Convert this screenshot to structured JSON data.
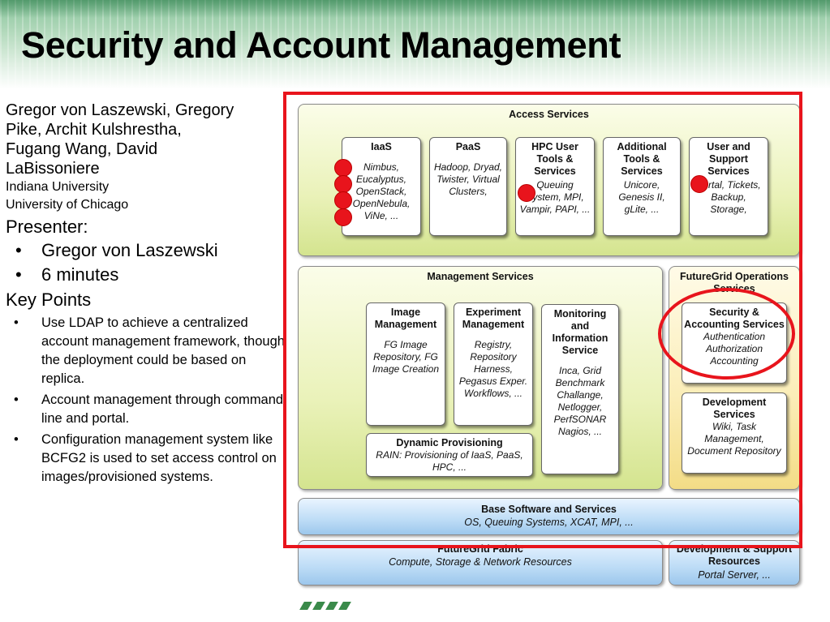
{
  "title": "Security and Account Management",
  "authors": {
    "names": [
      "Gregor von Laszewski, Gregory",
      "Pike, Archit Kulshrestha,",
      "Fugang Wang, David",
      "LaBissoniere"
    ],
    "affiliations": [
      "Indiana University",
      "University of Chicago"
    ]
  },
  "presenter": {
    "heading": "Presenter:",
    "items": [
      "Gregor von Laszewski",
      "6 minutes"
    ]
  },
  "key_points": {
    "heading": "Key Points",
    "items": [
      "Use LDAP to achieve a centralized account management framework, though the deployment could be based on replica.",
      "Account management through command line and portal.",
      "Configuration management system like BCFG2 is used to set access control on images/provisioned systems."
    ]
  },
  "colors": {
    "highlight_red": "#e8141c",
    "green_layer": "#eaf2b9",
    "blue_layer": "#bddcf6",
    "orange_layer": "#fbedb6"
  },
  "diagram": {
    "access": {
      "title": "Access Services",
      "cards": [
        {
          "title": "IaaS",
          "items": "Nimbus, Eucalyptus, OpenStack, OpenNebula, ViNe, ..."
        },
        {
          "title": "PaaS",
          "items": "Hadoop, Dryad, Twister, Virtual Clusters,"
        },
        {
          "title": "HPC User Tools & Services",
          "items": "Queuing System, MPI, Vampir, PAPI, ..."
        },
        {
          "title": "Additional Tools & Services",
          "items": "Unicore, Genesis II, gLite, ..."
        },
        {
          "title": "User and Support Services",
          "items": "Portal, Tickets, Backup, Storage,"
        }
      ]
    },
    "management": {
      "title": "Management Services",
      "image": {
        "title": "Image Management",
        "items": "FG Image Repository, FG Image Creation"
      },
      "experiment": {
        "title": "Experiment Management",
        "items": "Registry, Repository Harness, Pegasus Exper. Workflows, ..."
      },
      "monitoring": {
        "title": "Monitoring and Information Service",
        "items": "Inca, Grid Benchmark Challange, Netlogger, PerfSONAR Nagios, ..."
      },
      "provisioning": {
        "title": "Dynamic Provisioning",
        "items": "RAIN: Provisioning of IaaS, PaaS, HPC, ..."
      }
    },
    "operations": {
      "title": "FutureGrid Operations Services",
      "security": {
        "title": "Security & Accounting Services",
        "items": "Authentication Authorization Accounting"
      },
      "development": {
        "title": "Development Services",
        "items": "Wiki, Task Management, Document Repository"
      }
    },
    "base": {
      "title": "Base Software and Services",
      "sub": "OS, Queuing Systems, XCAT, MPI, ..."
    },
    "fabric": {
      "title": "FutureGrid Fabric",
      "sub": "Compute, Storage & Network Resources"
    },
    "devsupport": {
      "title": "Development & Support Resources",
      "sub": "Portal Server, ..."
    }
  }
}
